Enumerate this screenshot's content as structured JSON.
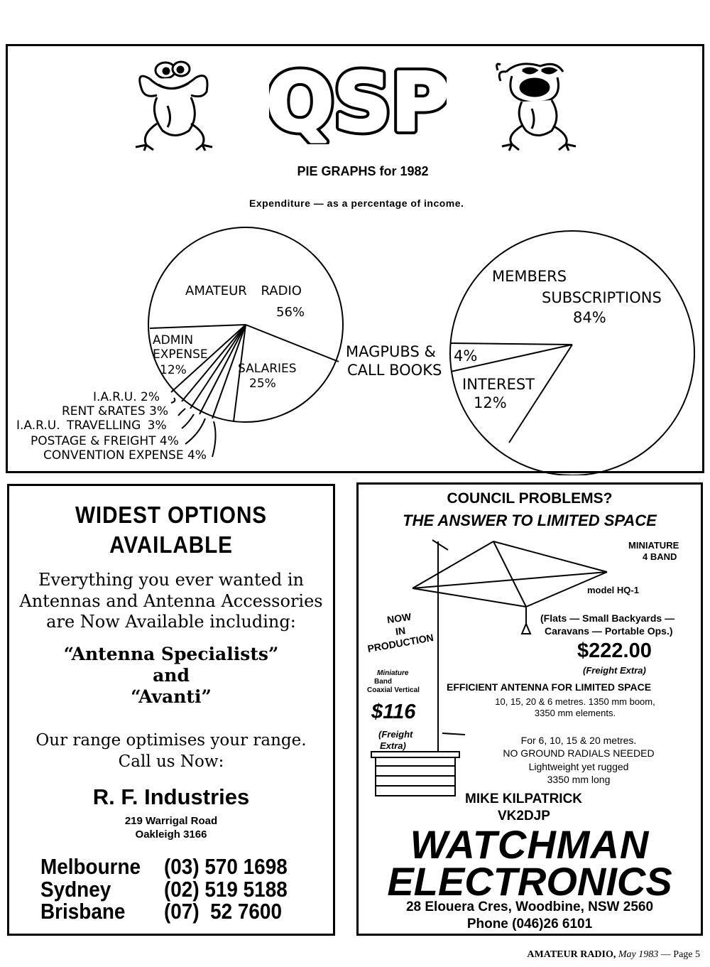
{
  "qsp_box": {
    "logo_text": "QSP",
    "heading": "PIE GRAPHS for 1982",
    "subheading": "Expenditure — as a percentage of income.",
    "expenditure_pie": {
      "amateur_radio_label": "AMATEUR RADIO",
      "amateur_radio_value": "56%",
      "salaries_label": "SALARIES",
      "salaries_value": "25%",
      "admin_label": "ADMIN",
      "admin_label2": "EXPENSE",
      "admin_value": "12%",
      "iaru": "I.A.R.U. 2%",
      "rent": "RENT &RATES 3%",
      "iaru_travelling": "I.A.R.U. TRAVELLING 3%",
      "postage": "POSTAGE & FREIGHT 4%",
      "convention": "CONVENTION EXPENSE 4%"
    },
    "income_pie": {
      "members_label": "MEMBERS",
      "subscriptions_label": "SUBSCRIPTIONS",
      "members_value": "84%",
      "magpubs_label": "MAGPUBS &",
      "callbooks_label": "CALL BOOKS",
      "magpubs_value": "4%",
      "interest_label": "INTEREST",
      "interest_value": "12%"
    }
  },
  "rf_ad": {
    "headline1": "WIDEST OPTIONS",
    "headline2": "AVAILABLE",
    "body1": "Everything you ever wanted in",
    "body2": "Antennas and Antenna Accessories",
    "body3": "are Now Available including:",
    "brand1": "“Antenna Specialists”",
    "brand_and": "and",
    "brand2": "“Avanti”",
    "slogan1": "Our range optimises your range.",
    "slogan2": "Call us Now:",
    "company": "R. F. Industries",
    "address1": "219 Warrigal Road",
    "address2": "Oakleigh 3166",
    "phones": [
      {
        "city": "Melbourne",
        "number": "(03) 570 1698"
      },
      {
        "city": "Sydney",
        "number": "(02) 519 5188"
      },
      {
        "city": "Brisbane",
        "number": "(07)  52 7600"
      }
    ]
  },
  "watchman_ad": {
    "headline1": "COUNCIL PROBLEMS?",
    "headline2": "THE ANSWER TO LIMITED SPACE",
    "miniature": "MINIATURE",
    "four_band": "4 BAND",
    "model": "model HQ-1",
    "now_in_production_1": "NOW",
    "now_in_production_2": "IN",
    "now_in_production_3": "PRODUCTION",
    "flats1": "(Flats — Small Backyards —",
    "flats2": "Caravans — Portable Ops.)",
    "price_main": "$222.00",
    "freight_main": "(Freight Extra)",
    "vertical1": "Miniature",
    "vertical2": "Band",
    "vertical3": "Coaxial  Vertical",
    "price_vertical": "$116",
    "freight_vertical1": "(Freight",
    "freight_vertical2": "Extra)",
    "efficient": "EFFICIENT ANTENNA FOR LIMITED SPACE",
    "spec1": "10, 15, 20 & 6 metres. 1350 mm boom,",
    "spec2": "3350 mm elements.",
    "spec3": "For 6, 10, 15 & 20 metres.",
    "spec4": "NO GROUND RADIALS NEEDED",
    "spec5": "Lightweight yet rugged",
    "spec6": "3350 mm long",
    "contact1": "MIKE KILPATRICK",
    "contact2": "VK2DJP",
    "company1": "WATCHMAN",
    "company2": "ELECTRONICS",
    "address": "28 Elouera Cres, Woodbine, NSW 2560",
    "phone": "Phone (046)26 6101"
  },
  "footer": {
    "magazine": "AMATEUR RADIO,",
    "issue": "May 1983",
    "page": "— Page 5"
  }
}
